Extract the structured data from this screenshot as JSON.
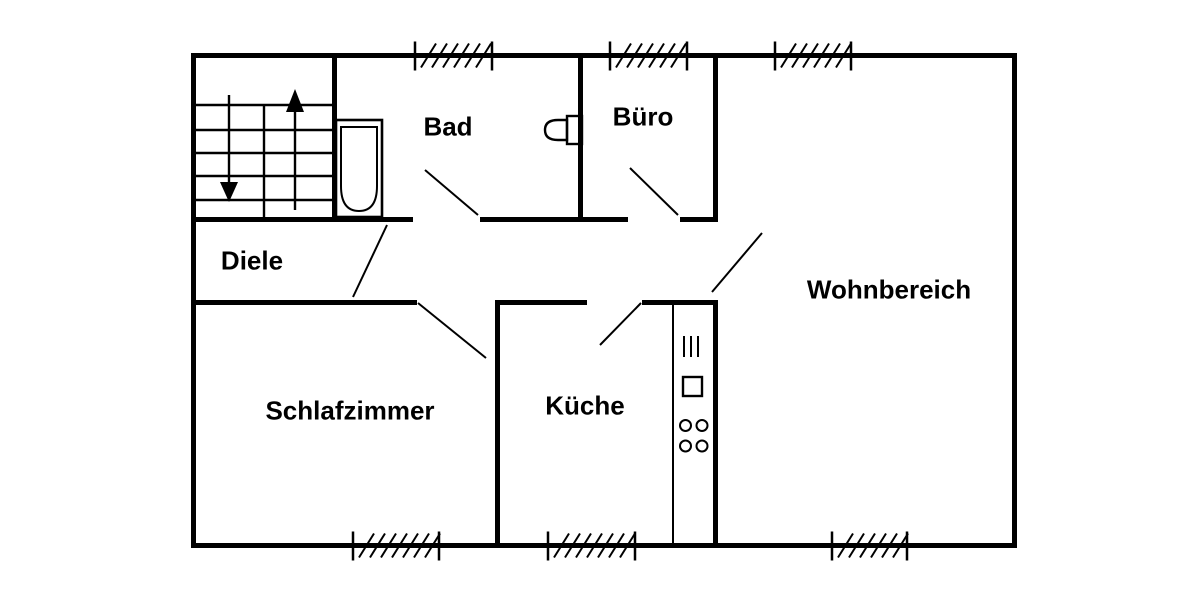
{
  "floorplan": {
    "background_color": "#ffffff",
    "line_color": "#000000",
    "room_labels": {
      "diele": "Diele",
      "bad": "Bad",
      "buero": "Büro",
      "wohnbereich": "Wohnbereich",
      "schlafzimmer": "Schlafzimmer",
      "kueche": "Küche"
    },
    "fixture_icons": {
      "staircase": "staircase-with-up-down-arrows-icon",
      "bathtub": "bathtub-icon",
      "toilet": "toilet-icon",
      "kitchen_unit": "kitchen-counter-with-sink-and-stove-icon"
    },
    "window_count": 6,
    "door_count": 6
  }
}
